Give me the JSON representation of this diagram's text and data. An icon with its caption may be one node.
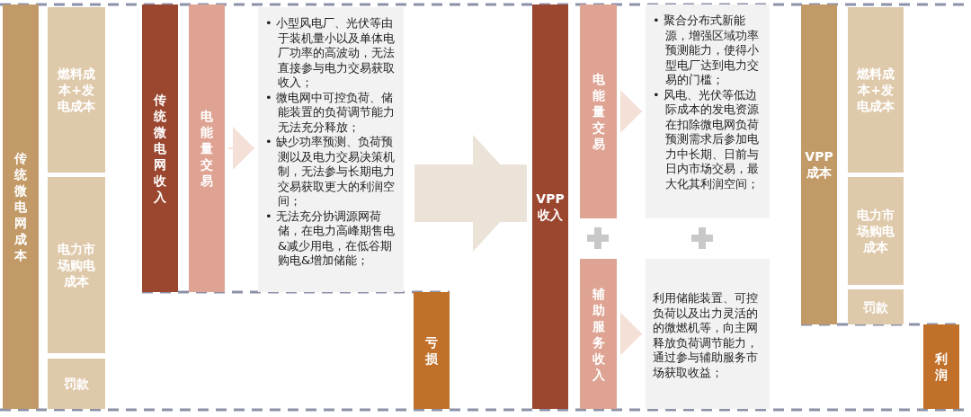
{
  "diagram": {
    "nodes": [
      {
        "text": [
          "传统微电网成本"
        ]
      },
      {
        "text": [
          "燃料成本+发电成本"
        ]
      },
      {
        "text": [
          "电力市场购电成本"
        ]
      },
      {
        "text": [
          "罚款"
        ]
      },
      {
        "text": [
          "传统微电网收入"
        ]
      },
      {
        "text": [
          "电能量交易"
        ]
      },
      {
        "text": [
          "• 小型风电厂、光伏等由于装机量小以及单体电厂功率的高波动，无法直接参与电力交易获取收入；",
          "• 微电网中可控负荷、储能装置的负荷调节能力无法充分释放；",
          "• 缺少功率预测、负荷预测以及电力交易决策机制，无法参与长期电力交易获取更大的利润空间；",
          "• 无法充分协调源网荷储，在电力高峰期售电&减少用电，在低谷期购电&增加储能；"
        ]
      },
      {
        "text": [
          "亏损"
        ]
      },
      {
        "text": [
          "VPP收入"
        ]
      },
      {
        "text": [
          "电能量交易"
        ]
      },
      {
        "text": [
          "辅助服务收入"
        ]
      },
      {
        "text": [
          "• 聚合分布式新能源，增强区域功率预测能力，使得小型电厂达到电力交易的门槛；",
          "• 风电、光伏等低边际成本的发电资源在扣除微电网负荷预测需求后参加电力中长期、日前与日内市场交易，最大化其利润空间；"
        ]
      },
      {
        "text": [
          "利用储能装置、可控负荷以及出力灵活的的微燃机等，向主网释放负荷调节能力，通过参与辅助服务市场获取收益；"
        ]
      },
      {
        "text": [
          "VPP成本"
        ]
      },
      {
        "text": [
          "燃料成本+发电成本"
        ]
      },
      {
        "text": [
          "电力市场购电成本"
        ]
      },
      {
        "text": [
          "罚款"
        ]
      },
      {
        "text": [
          "利润"
        ]
      }
    ],
    "edges": [
      {
        "from": 5,
        "to": 6,
        "arrow": "to"
      },
      {
        "from": 6,
        "to": 8,
        "arrow": "to",
        "style": "thick"
      },
      {
        "from": 9,
        "to": 11,
        "arrow": "to"
      },
      {
        "from": 10,
        "to": 12,
        "arrow": "to"
      }
    ]
  }
}
